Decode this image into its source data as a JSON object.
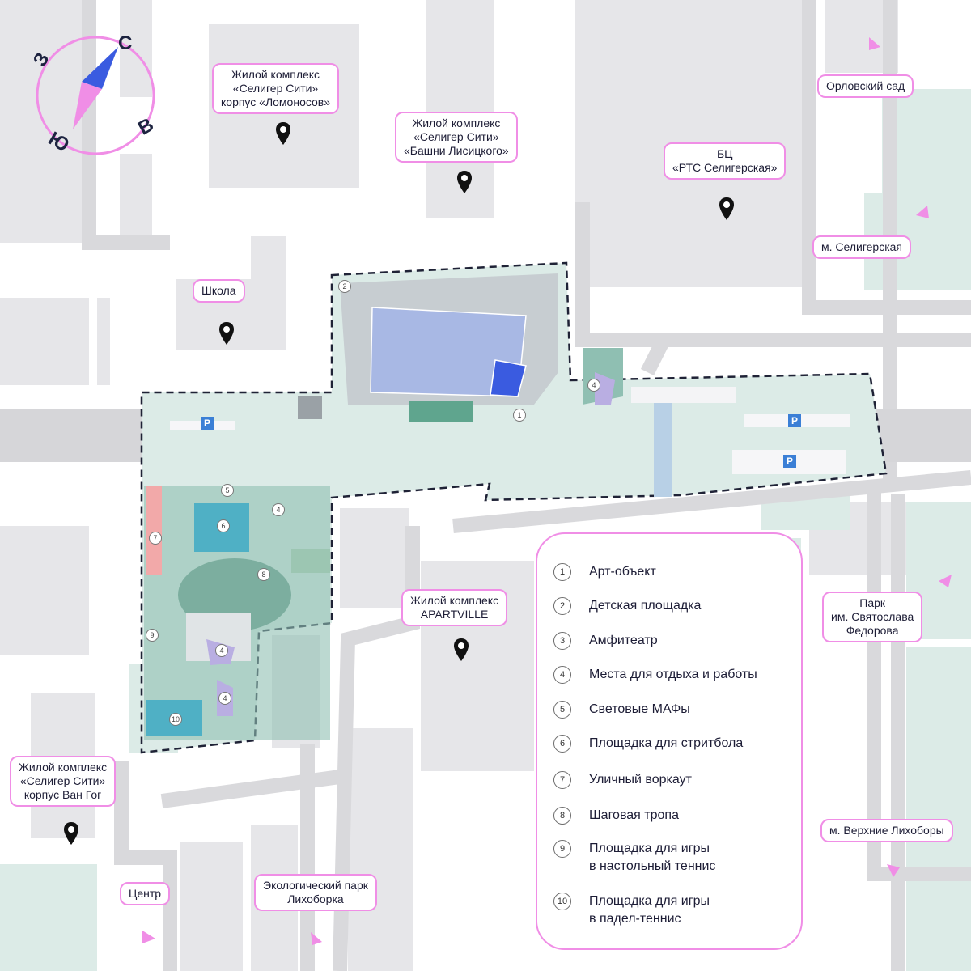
{
  "compass": {
    "north": "С",
    "south": "Ю",
    "east": "В",
    "west": "З"
  },
  "buildings": [
    {
      "lines": [
        "Жилой комплекс",
        "«Селигер Сити»",
        "корпус «Ломоносов»"
      ]
    },
    {
      "lines": [
        "Жилой комплекс",
        "«Селигер Сити»",
        "«Башни Лисицкого»"
      ]
    },
    {
      "lines": [
        "БЦ",
        "«РТС Селигерская»"
      ]
    },
    {
      "lines": [
        "Школа"
      ]
    },
    {
      "lines": [
        "Жилой комплекс",
        "APARTVILLE"
      ]
    },
    {
      "lines": [
        "Жилой комплекс",
        "«Селигер Сити»",
        "корпус Ван Гог"
      ]
    }
  ],
  "directions": [
    {
      "lines": [
        "Орловский сад"
      ]
    },
    {
      "lines": [
        "м. Селигерская"
      ]
    },
    {
      "lines": [
        "Парк",
        "им. Святослава",
        "Федорова"
      ]
    },
    {
      "lines": [
        "м. Верхние Лихоборы"
      ]
    },
    {
      "lines": [
        "Центр"
      ]
    },
    {
      "lines": [
        "Экологический парк",
        "Лихоборка"
      ]
    }
  ],
  "parking_symbol": "P",
  "legend": [
    {
      "num": "1",
      "lines": [
        "Арт-объект"
      ]
    },
    {
      "num": "2",
      "lines": [
        "Детская площадка"
      ]
    },
    {
      "num": "3",
      "lines": [
        "Амфитеатр"
      ]
    },
    {
      "num": "4",
      "lines": [
        "Места для отдыха и работы"
      ]
    },
    {
      "num": "5",
      "lines": [
        "Световые МАФы"
      ]
    },
    {
      "num": "6",
      "lines": [
        "Площадка для стритбола"
      ]
    },
    {
      "num": "7",
      "lines": [
        "Уличный воркаут"
      ]
    },
    {
      "num": "8",
      "lines": [
        "Шаговая тропа"
      ]
    },
    {
      "num": "9",
      "lines": [
        "Площадка для игры",
        "в настольный теннис"
      ]
    },
    {
      "num": "10",
      "lines": [
        "Площадка для игры",
        "в  падел-теннис"
      ]
    }
  ],
  "colors": {
    "background": "#ffffff",
    "blocks": "#e6e6e9",
    "greenery": "#dcebe7",
    "park": "#8fbfb2",
    "road": "#c4c4c6",
    "accent": "#f08ee6",
    "compass_blue": "#3a5be0",
    "compass_pink": "#f08ee6",
    "building_blue": "#a8b8e4",
    "text": "#1d1d36"
  },
  "icons": [
    "location-pin-icon",
    "direction-arrow-icon",
    "parking-icon",
    "compass-icon"
  ]
}
